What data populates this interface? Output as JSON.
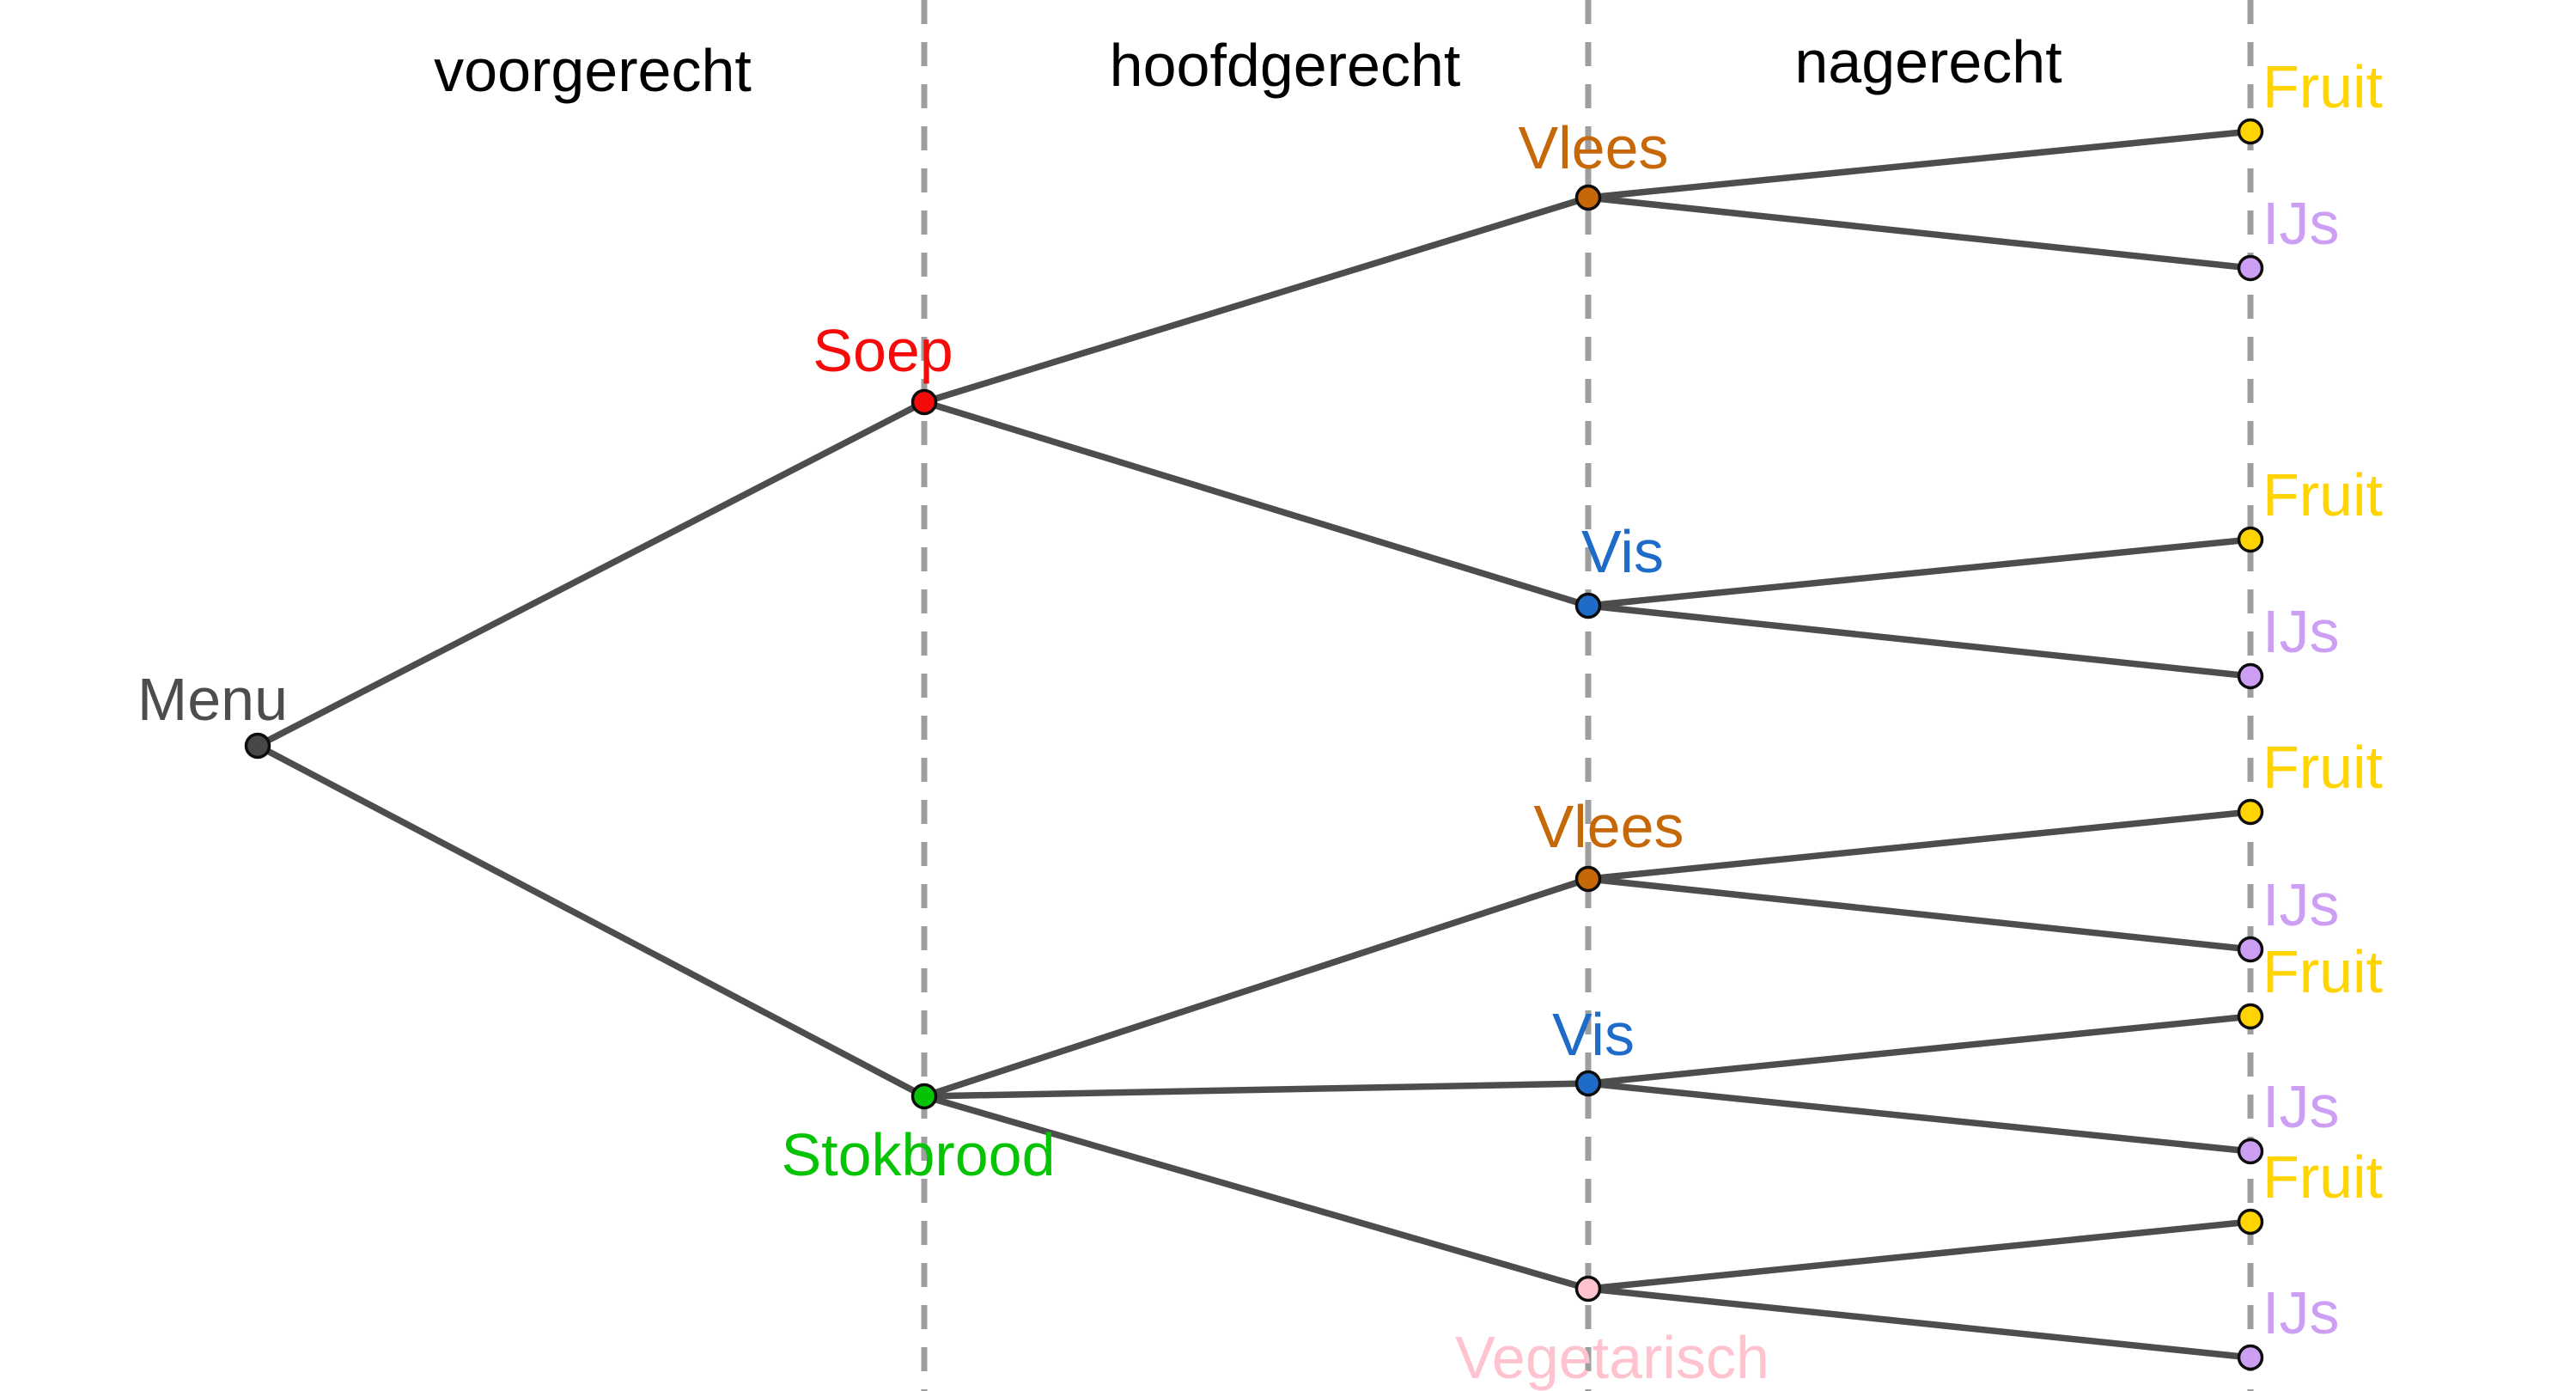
{
  "diagram": {
    "type": "tree",
    "background": "#ffffff",
    "edge_color": "#4d4d4d",
    "divider_color": "#9e9e9e",
    "header_color": "#000000",
    "stage_headers": [
      {
        "label": "voorgerecht"
      },
      {
        "label": "hoofdgerecht"
      },
      {
        "label": "nagerecht"
      }
    ],
    "nodes": {
      "menu": {
        "label": "Menu",
        "color": "#474747",
        "label_color": "#4d4d4d"
      },
      "soep": {
        "label": "Soep",
        "color": "#f60b0b",
        "label_color": "#f60b0b"
      },
      "stokbrood": {
        "label": "Stokbrood",
        "color": "#06c306",
        "label_color": "#06c306"
      },
      "vlees_soep": {
        "label": "Vlees",
        "color": "#c66708",
        "label_color": "#c66708"
      },
      "vis_soep": {
        "label": "Vis",
        "color": "#1e6cc8",
        "label_color": "#1e6cc8"
      },
      "vlees_stokbrood": {
        "label": "Vlees",
        "color": "#c66708",
        "label_color": "#c66708"
      },
      "vis_stokbrood": {
        "label": "Vis",
        "color": "#1e6cc8",
        "label_color": "#1e6cc8"
      },
      "vegetarisch": {
        "label": "Vegetarisch",
        "color": "#ffc3cf",
        "label_color": "#ffc3cf"
      },
      "fruit_1": {
        "label": "Fruit",
        "color": "#ffd401",
        "label_color": "#ffd401"
      },
      "ijs_1": {
        "label": "IJs",
        "color": "#cd9ff4",
        "label_color": "#cd9ff4"
      },
      "fruit_2": {
        "label": "Fruit",
        "color": "#ffd401",
        "label_color": "#ffd401"
      },
      "ijs_2": {
        "label": "IJs",
        "color": "#cd9ff4",
        "label_color": "#cd9ff4"
      },
      "fruit_3": {
        "label": "Fruit",
        "color": "#ffd401",
        "label_color": "#ffd401"
      },
      "ijs_3": {
        "label": "IJs",
        "color": "#cd9ff4",
        "label_color": "#cd9ff4"
      },
      "fruit_4": {
        "label": "Fruit",
        "color": "#ffd401",
        "label_color": "#ffd401"
      },
      "ijs_4": {
        "label": "IJs",
        "color": "#cd9ff4",
        "label_color": "#cd9ff4"
      },
      "fruit_5": {
        "label": "Fruit",
        "color": "#ffd401",
        "label_color": "#ffd401"
      },
      "ijs_5": {
        "label": "IJs",
        "color": "#cd9ff4",
        "label_color": "#cd9ff4"
      }
    },
    "edges": [
      [
        "menu",
        "soep"
      ],
      [
        "menu",
        "stokbrood"
      ],
      [
        "soep",
        "vlees_soep"
      ],
      [
        "soep",
        "vis_soep"
      ],
      [
        "stokbrood",
        "vlees_stokbrood"
      ],
      [
        "stokbrood",
        "vis_stokbrood"
      ],
      [
        "stokbrood",
        "vegetarisch"
      ],
      [
        "vlees_soep",
        "fruit_1"
      ],
      [
        "vlees_soep",
        "ijs_1"
      ],
      [
        "vis_soep",
        "fruit_2"
      ],
      [
        "vis_soep",
        "ijs_2"
      ],
      [
        "vlees_stokbrood",
        "fruit_3"
      ],
      [
        "vlees_stokbrood",
        "ijs_3"
      ],
      [
        "vis_stokbrood",
        "fruit_4"
      ],
      [
        "vis_stokbrood",
        "ijs_4"
      ],
      [
        "vegetarisch",
        "fruit_5"
      ],
      [
        "vegetarisch",
        "ijs_5"
      ]
    ]
  }
}
